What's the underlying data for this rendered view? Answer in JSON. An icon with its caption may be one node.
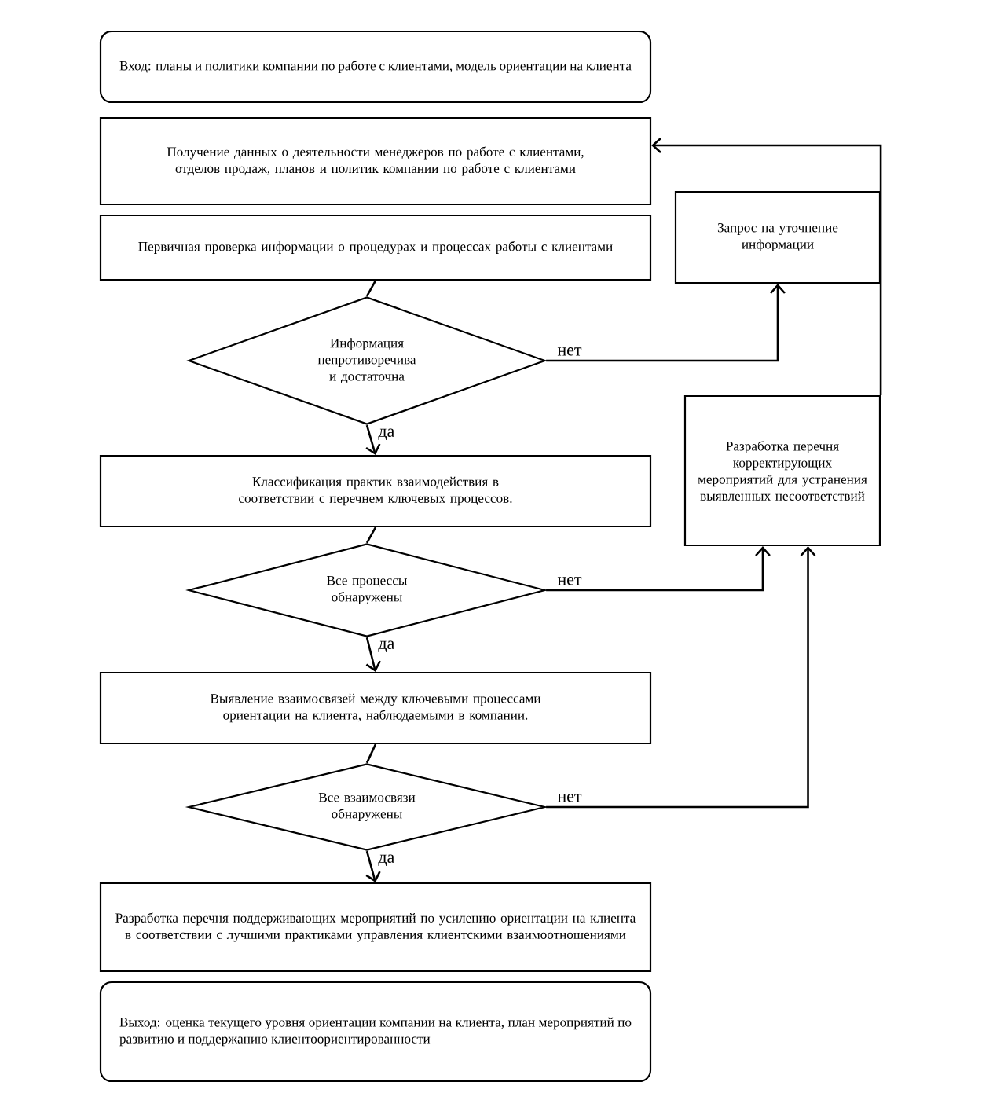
{
  "diagram": {
    "nodes": [
      {
        "text": [
          "Вход: планы и политики компании по работе с клиентами, модель ориентации на клиента"
        ]
      },
      {
        "text": [
          "Получение данных о деятельности менеджеров по работе с клиентами, отделов продаж, планов и политик компании по работе с клиентами"
        ]
      },
      {
        "text": [
          "Первичная проверка информации о процедурах и процессах работы с клиентами"
        ]
      },
      {
        "text": [
          "Информация непротиворечива и достаточна"
        ]
      },
      {
        "text": [
          "Запрос на уточнение информации"
        ]
      },
      {
        "text": [
          "Классификация практик взаимодействия в соответствии с перечнем ключевых процессов."
        ]
      },
      {
        "text": [
          "Все процессы обнаружены"
        ]
      },
      {
        "text": [
          "Разработка перечня корректирующих мероприятий для устранения выявленных несоответствий"
        ]
      },
      {
        "text": [
          "Выявление взаимосвязей между ключевыми процессами ориентации на клиента, наблюдаемыми в компании."
        ]
      },
      {
        "text": [
          "Все взаимосвязи обнаружены"
        ]
      },
      {
        "text": [
          "Разработка перечня поддерживающих мероприятий по усилению ориентации на клиента в соответствии с лучшими практиками управления клиентскими взаимоотношениями"
        ]
      },
      {
        "text": [
          "Выход: оценка текущего уровня ориентации компании на клиента, план мероприятий по развитию и поддержанию клиентоориентированности"
        ]
      }
    ],
    "edges": [
      {
        "from": 2,
        "to": 3,
        "arrow": "none"
      },
      {
        "from": 3,
        "to": 4,
        "arrow": "to",
        "label": "нет"
      },
      {
        "from": 3,
        "to": 5,
        "arrow": "to",
        "label": "да"
      },
      {
        "from": 5,
        "to": 6,
        "arrow": "none"
      },
      {
        "from": 6,
        "to": 7,
        "arrow": "to",
        "label": "нет"
      },
      {
        "from": 6,
        "to": 8,
        "arrow": "to",
        "label": "да"
      },
      {
        "from": 8,
        "to": 9,
        "arrow": "none"
      },
      {
        "from": 9,
        "to": 7,
        "arrow": "to",
        "label": "нет"
      },
      {
        "from": 9,
        "to": 10,
        "arrow": "to",
        "label": "да"
      },
      {
        "from": 7,
        "to": 1,
        "arrow": "to"
      }
    ]
  }
}
